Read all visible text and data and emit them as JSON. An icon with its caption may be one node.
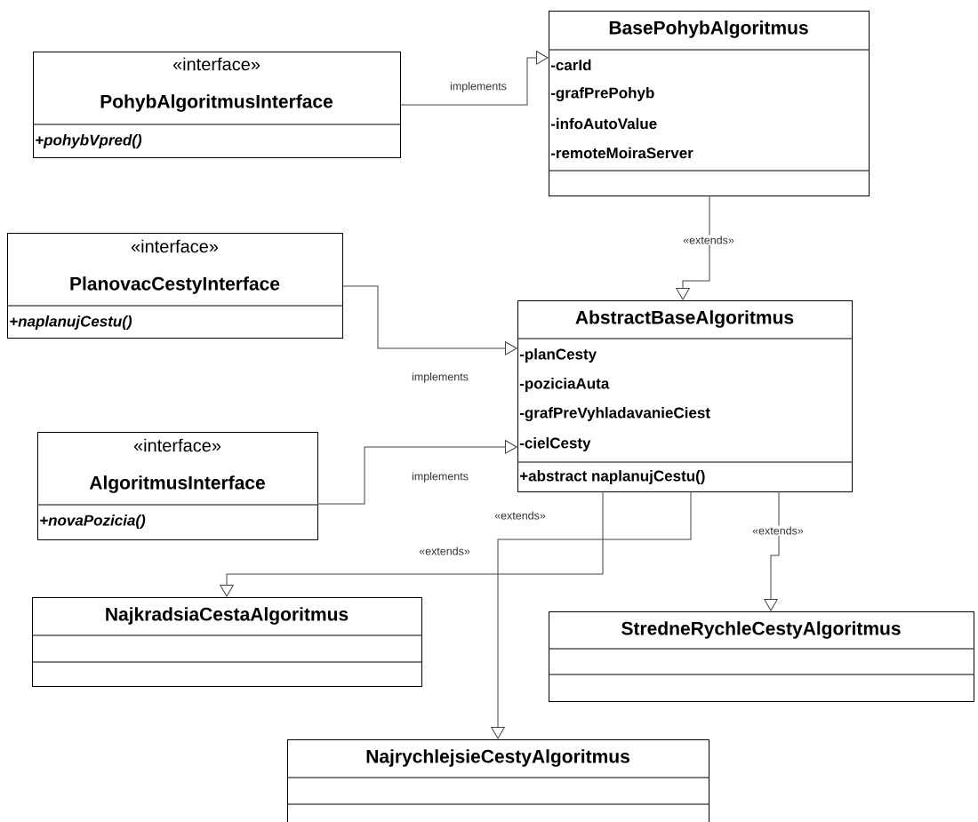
{
  "diagram": {
    "nodes": [
      {
        "text": [
          "«interface»",
          "PohybAlgoritmusInterface",
          "+pohybVpred()"
        ]
      },
      {
        "text": [
          "BasePohybAlgoritmus",
          "-carId",
          "-grafPrePohyb",
          "-infoAutoValue",
          "-remoteMoiraServer"
        ]
      },
      {
        "text": [
          "«interface»",
          "PlanovacCestyInterface",
          "+naplanujCestu()"
        ]
      },
      {
        "text": [
          "AbstractBaseAlgoritmus",
          "-planCesty",
          "-poziciaAuta",
          "-grafPreVyhladavanieCiest",
          "-cielCesty",
          "+abstract naplanujCestu()"
        ]
      },
      {
        "text": [
          "«interface»",
          "AlgoritmusInterface",
          "+novaPozicia()"
        ]
      },
      {
        "text": [
          "NajkradsiaCestaAlgoritmus"
        ]
      },
      {
        "text": [
          "StredneRychleCestyAlgoritmus"
        ]
      },
      {
        "text": [
          "NajrychlejsieCestyAlgoritmus"
        ]
      }
    ],
    "edges": [
      {
        "from": 0,
        "to": 1,
        "arrow": "to",
        "label": "implements"
      },
      {
        "from": 1,
        "to": 3,
        "arrow": "to",
        "label": "«extends»"
      },
      {
        "from": 2,
        "to": 3,
        "arrow": "to",
        "label": "implements"
      },
      {
        "from": 4,
        "to": 3,
        "arrow": "to",
        "label": "implements"
      },
      {
        "from": 3,
        "to": 5,
        "arrow": "to",
        "label": "«extends»"
      },
      {
        "from": 3,
        "to": 7,
        "arrow": "to",
        "label": "«extends»"
      },
      {
        "from": 3,
        "to": 6,
        "arrow": "to",
        "label": "«extends»"
      }
    ]
  }
}
